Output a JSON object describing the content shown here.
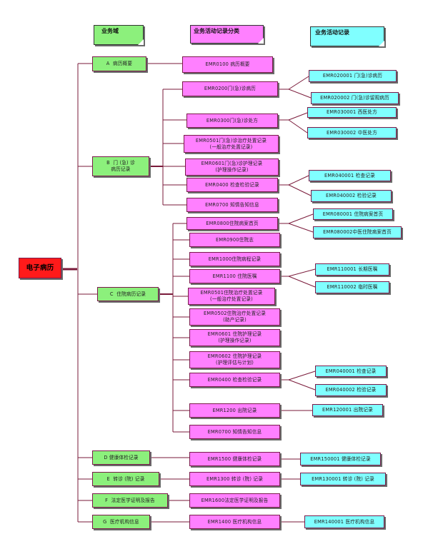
{
  "headers": {
    "domain": "业务域",
    "category": "业务活动记录分类",
    "record": "业务活动记录"
  },
  "root": "电子病历",
  "domains": {
    "A": "A  病历概要",
    "B": "B  门 (急) 诊\n病历记录",
    "C": "C  住院病历记录",
    "D": "D 健康体检记录",
    "E": "E  转诊 (院) 记录",
    "F": "F  法定医学证明及报告",
    "G": "G  医疗机构信息"
  },
  "categories": {
    "a1": "EMR0100 病历概要",
    "b1": "EMR0200门(急)诊病历",
    "b2": "EMR0300门(急)诊处方",
    "b3": "EMR0501门(急)诊治疗处置记录\n(一般治疗处置记录)",
    "b4": "EMR0601门(急)诊护理记录\n(护理操作记录)",
    "b5": "EMR0400 检查检验记录",
    "b6": "EMR0700 知情告知信息",
    "c1": "EMR0800住院病案首页",
    "c2": "EMR0900住院志",
    "c3": "EMR1000住院病程记录",
    "c4": "EMR1100 住院医嘱",
    "c5": "EMR0501住院治疗处置记录\n(一般治疗处置记录)",
    "c6": "EMR0502住院治疗处置记录\n(助产记录)",
    "c7": "EMR0601 住院护理记录\n(护理操作记录)",
    "c8": "EMR0602 住院护理记录\n(护理评估与计划)",
    "c9": "EMR0400 检查检验记录",
    "c10": "EMR1200 出院记录",
    "c11": "EMR0700 知情告知信息",
    "d1": "EMR1500 健康体检记录",
    "e1": "EMR1300 转诊 (院) 记录",
    "f1": "EMR1600法定医学证明及报告",
    "g1": "EMR1400 医疗机构信息"
  },
  "records": {
    "b1a": "EMR020001 门(急)诊病历",
    "b1b": "EMR020002 门(急)诊留观病历",
    "b2a": "EMR030001 西医处方",
    "b2b": "EMR030002 中医处方",
    "b5a": "EMR040001 检查记录",
    "b5b": "EMR040002 检验记录",
    "c1a": "EMR080001 住院病案首页",
    "c1b": "EMR080002中医住院病案首页",
    "c4a": "EMR110001 长期医嘱",
    "c4b": "EMR110002 临时医嘱",
    "c9a": "EMR040001 检查记录",
    "c9b": "EMR040002 检验记录",
    "c10a": "EMR120001 出院记录",
    "d1a": "EMR150001 健康体检记录",
    "e1a": "EMR130001 转诊 (院) 记录",
    "g1a": "EMR140001 医疗机构信息"
  },
  "colors": {
    "domain": "#8cf07c",
    "category": "#ff80ff",
    "record": "#80ffff",
    "root": "#ff1a1a",
    "connector": "#7a1a3a"
  }
}
